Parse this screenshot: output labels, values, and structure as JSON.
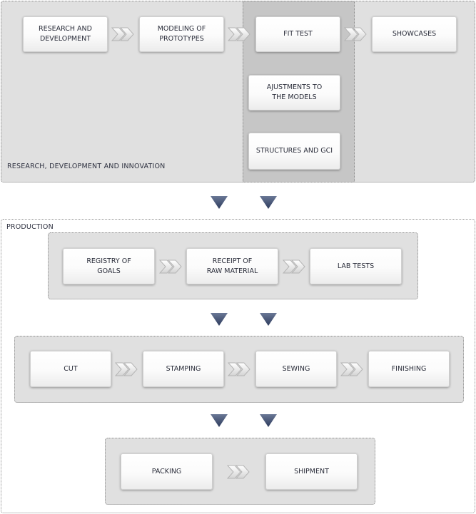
{
  "rdi": {
    "label": "RESEARCH, DEVELOPMENT AND INNOVATION",
    "steps": {
      "research": "RESEARCH AND\nDEVELOPMENT",
      "modeling": "MODELING OF\nPROTOTYPES",
      "fit_test": "FIT TEST",
      "showcases": "SHOWCASES",
      "adjustments": "AJUSTMENTS TO\nTHE MODELS",
      "structures": "STRUCTURES AND GCI"
    }
  },
  "production": {
    "label": "PRODUCTION",
    "row1": [
      "REGISTRY OF\nGOALS",
      "RECEIPT OF\nRAW MATERIAL",
      "LAB TESTS"
    ],
    "row2": [
      "CUT",
      "STAMPING",
      "SEWING",
      "FINISHING"
    ],
    "row3": [
      "PACKING",
      "SHIPMENT"
    ]
  },
  "colors": {
    "panel_grey": "#e0e0e0",
    "highlight_column": "#c6c6c6",
    "down_arrow": "#4a5a7a",
    "box_text": "#2a2d3a"
  }
}
